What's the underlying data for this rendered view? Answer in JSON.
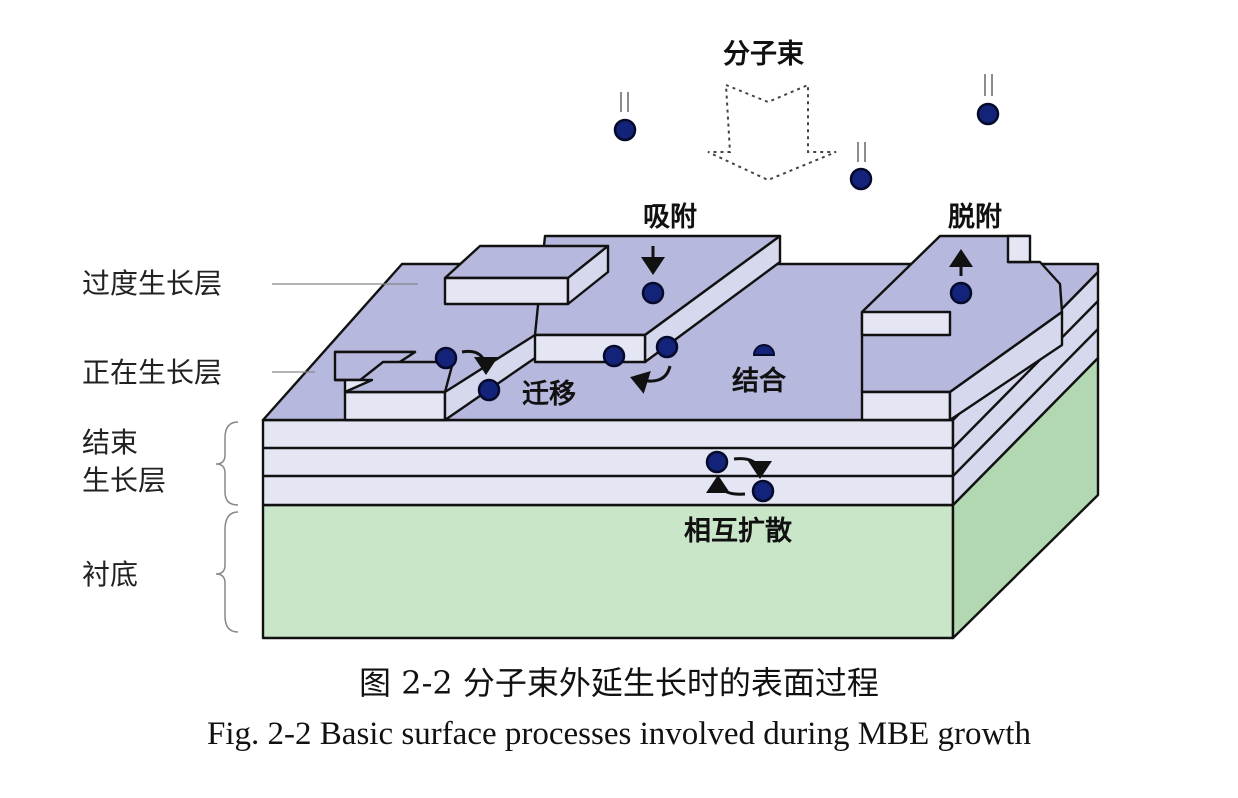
{
  "labels": {
    "beam": "分子束",
    "adsorption": "吸附",
    "desorption": "脱附",
    "migration": "迁移",
    "binding": "结合",
    "interdiffusion": "相互扩散"
  },
  "layers": {
    "transition": "过度生长层",
    "growing": "正在生长层",
    "finished_line1": "结束",
    "finished_line2": "生长层",
    "substrate": "衬底"
  },
  "caption": {
    "chinese": "图 2-2  分子束外延生长时的表面过程",
    "english": "Fig. 2-2 Basic surface processes involved during MBE growth"
  },
  "colors": {
    "substrate": "#c9e6c9",
    "layer": "#e4e6f4",
    "surface": "#b6b8dd",
    "atom": "#13237a"
  }
}
